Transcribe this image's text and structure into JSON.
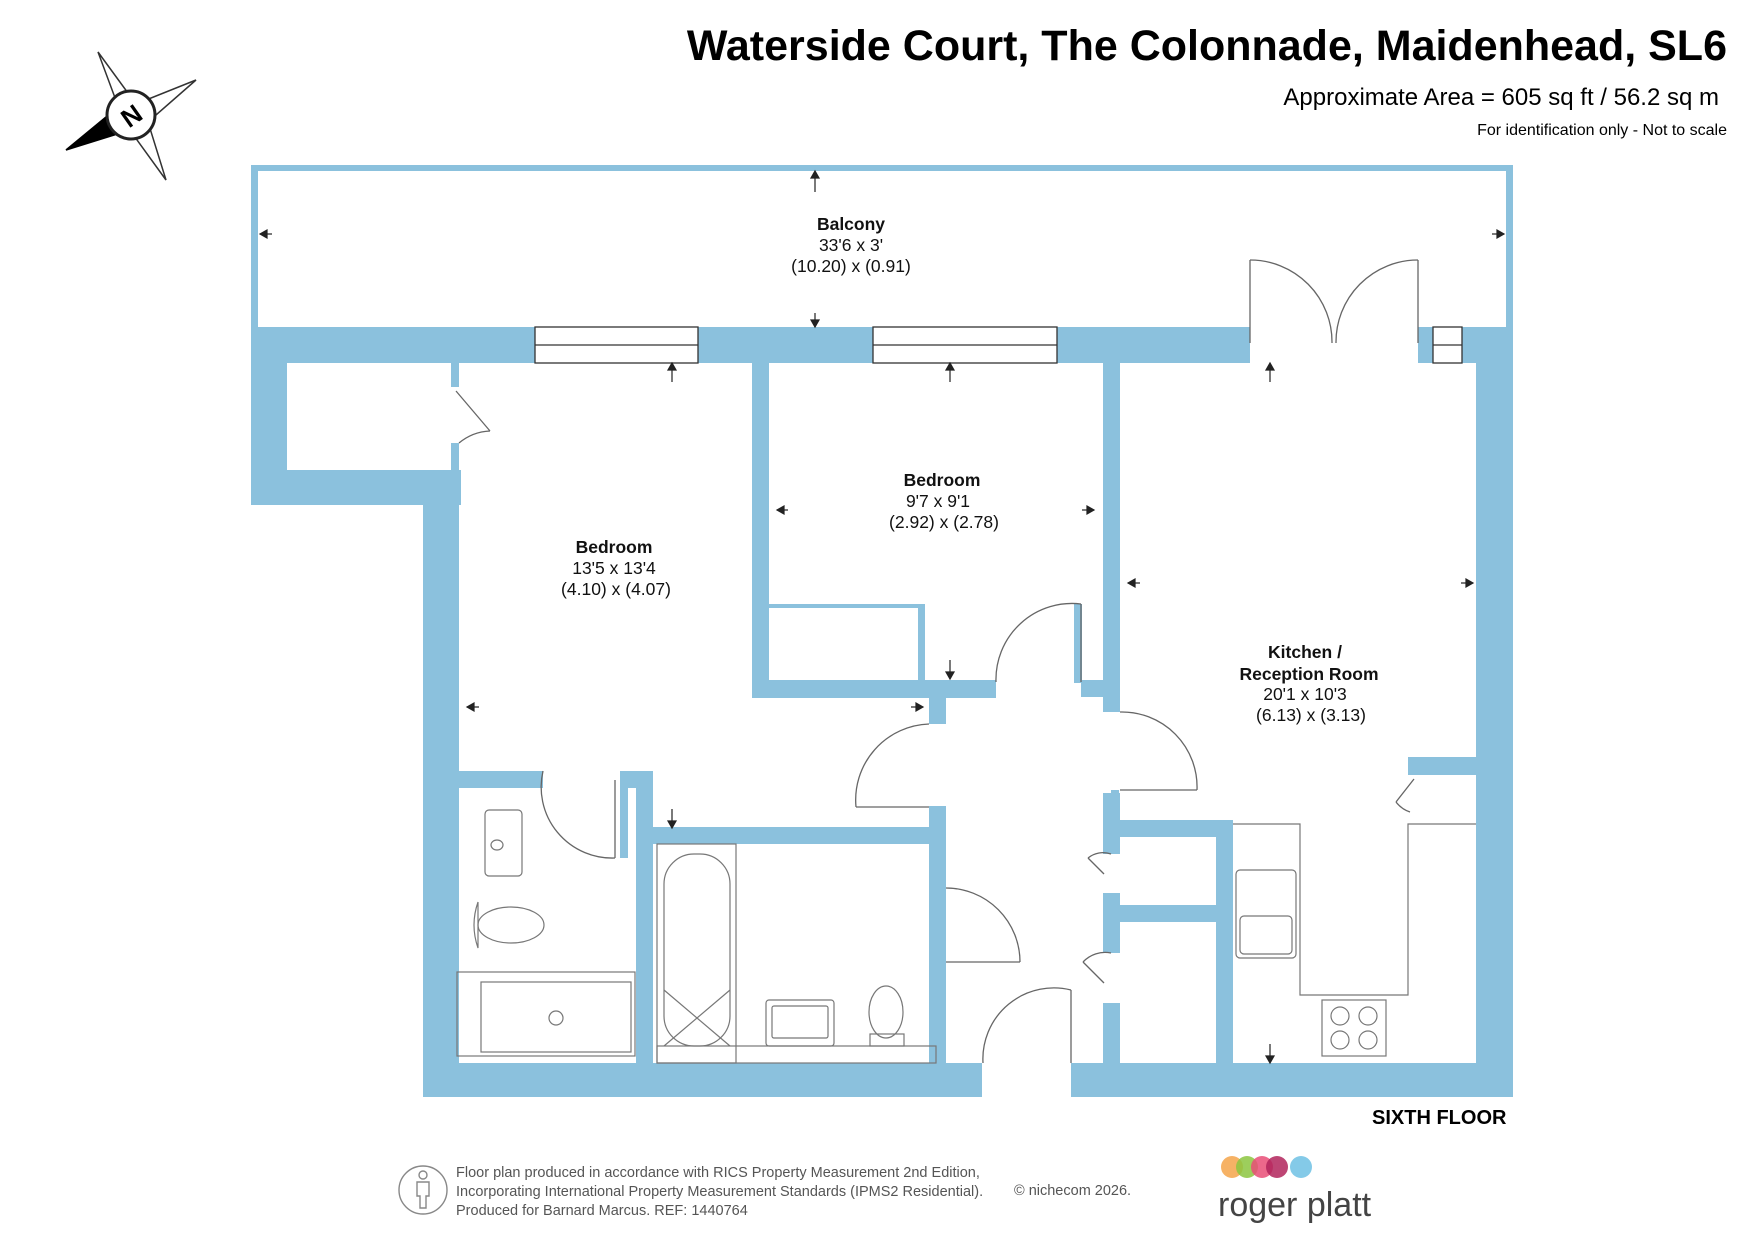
{
  "header": {
    "title": "Waterside Court, The Colonnade, Maidenhead, SL6",
    "area": "Approximate Area = 605 sq ft / 56.2 sq m",
    "disclaimer": "For identification only - Not to scale"
  },
  "compass": {
    "icon": "north-compass-icon",
    "letter": "N"
  },
  "rooms": {
    "balcony": {
      "name": "Balcony",
      "imperial": "33'6 x 3'",
      "metric": "(10.20) x (0.91)"
    },
    "bedroom_main": {
      "name": "Bedroom",
      "imperial": "13'5 x 13'4",
      "metric": "(4.10) x (4.07)"
    },
    "bedroom_second": {
      "name": "Bedroom",
      "imperial": "9'7 x 9'1",
      "metric": "(2.92) x (2.78)"
    },
    "kitchen": {
      "name_line1": "Kitchen /",
      "name_line2": "Reception Room",
      "imperial": "20'1 x 10'3",
      "metric": "(6.13) x (3.13)"
    }
  },
  "floor_label": "SIXTH FLOOR",
  "footer": {
    "line1": "Floor plan produced in accordance with RICS Property Measurement 2nd Edition,",
    "line2": "Incorporating International Property Measurement Standards (IPMS2 Residential).",
    "line3": "Produced for Barnard Marcus.   REF:  1440764",
    "copyright": "© nichecom 2026.",
    "person_icon": "person-icon"
  },
  "brand": {
    "name": "roger platt",
    "dot_colors": [
      "#f5a54a",
      "#8cc63f",
      "#e94e77",
      "#b2245c",
      "#6ec1e4"
    ]
  },
  "colors": {
    "wall": "#8bc1dd",
    "fixture_stroke": "#777777"
  }
}
